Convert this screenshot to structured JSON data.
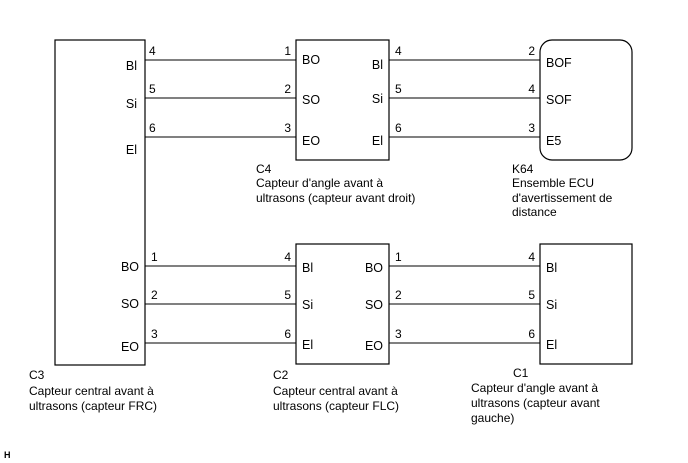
{
  "components": {
    "c3": {
      "code": "C3",
      "caption": [
        "Capteur central avant à",
        "ultrasons (capteur FRC)"
      ],
      "top_pins": [
        {
          "signal": "Bl",
          "pin": "4"
        },
        {
          "signal": "Si",
          "pin": "5"
        },
        {
          "signal": "El",
          "pin": "6"
        }
      ],
      "bottom_pins": [
        {
          "signal": "BO",
          "pin": "1"
        },
        {
          "signal": "SO",
          "pin": "2"
        },
        {
          "signal": "EO",
          "pin": "3"
        }
      ]
    },
    "c4": {
      "code": "C4",
      "caption": [
        "Capteur d'angle avant à",
        "ultrasons (capteur avant droit)"
      ],
      "left_pins": [
        {
          "signal": "BO",
          "pin": "1"
        },
        {
          "signal": "SO",
          "pin": "2"
        },
        {
          "signal": "EO",
          "pin": "3"
        }
      ],
      "right_pins": [
        {
          "signal": "Bl",
          "pin": "4"
        },
        {
          "signal": "Si",
          "pin": "5"
        },
        {
          "signal": "El",
          "pin": "6"
        }
      ]
    },
    "k64": {
      "code": "K64",
      "caption": [
        "Ensemble ECU",
        "d'avertissement de",
        "distance"
      ],
      "pins": [
        {
          "signal": "BOF",
          "pin": "2"
        },
        {
          "signal": "SOF",
          "pin": "4"
        },
        {
          "signal": "E5",
          "pin": "3"
        }
      ]
    },
    "c2": {
      "code": "C2",
      "caption": [
        "Capteur central avant à",
        "ultrasons (capteur FLC)"
      ],
      "left_pins": [
        {
          "signal": "Bl",
          "pin": "4"
        },
        {
          "signal": "Si",
          "pin": "5"
        },
        {
          "signal": "El",
          "pin": "6"
        }
      ],
      "right_pins": [
        {
          "signal": "BO",
          "pin": "1"
        },
        {
          "signal": "SO",
          "pin": "2"
        },
        {
          "signal": "EO",
          "pin": "3"
        }
      ]
    },
    "c1": {
      "code": "C1",
      "caption": [
        "Capteur d'angle avant à",
        "ultrasons (capteur avant",
        "gauche)"
      ],
      "pins": [
        {
          "signal": "Bl",
          "pin": "4"
        },
        {
          "signal": "Si",
          "pin": "5"
        },
        {
          "signal": "El",
          "pin": "6"
        }
      ]
    }
  },
  "corner_mark": "H"
}
